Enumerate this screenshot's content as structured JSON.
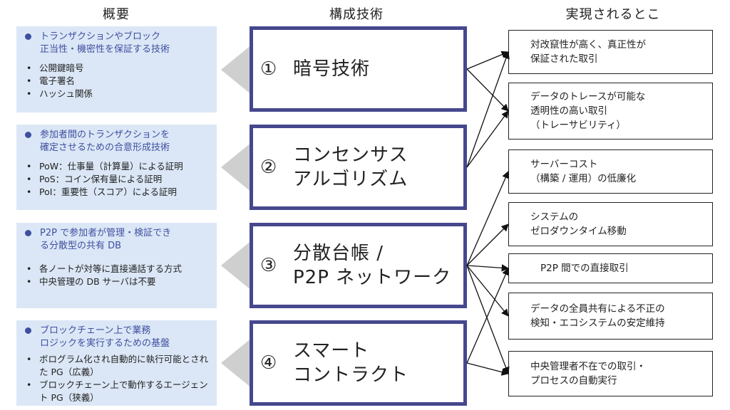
{
  "headers": {
    "overview": "概要",
    "technology": "構成技術",
    "realization": "実現されるとこ"
  },
  "technologies": [
    {
      "num": "①",
      "lines": [
        "暗号技術"
      ]
    },
    {
      "num": "②",
      "lines": [
        "コンセンサス",
        "アルゴリズム"
      ]
    },
    {
      "num": "③",
      "lines": [
        "分散台帳 /",
        "P2P ネットワーク"
      ]
    },
    {
      "num": "④",
      "lines": [
        "スマート",
        "コントラクト"
      ]
    }
  ],
  "summaries": [
    {
      "lead": [
        "トランザクションやブロック",
        "正当性・機密性を保証する技術"
      ],
      "items": [
        "公開鍵暗号",
        "電子署名",
        "ハッシュ関係"
      ]
    },
    {
      "lead": [
        "参加者間のトランザクションを",
        "確定させるための合意形成技術"
      ],
      "items": [
        "PoW：仕事量（計算量）による証明",
        "PoS：コイン保有量による証明",
        "PoI：重要性（スコア）による証明"
      ]
    },
    {
      "lead": [
        "P2P で参加者が管理・検証でき",
        "る分散型の共有 DB"
      ],
      "items": [
        "各ノートが対等に直接通話する方式",
        "中央管理の DB サーバは不要"
      ]
    },
    {
      "lead": [
        "ブロックチェーン上で業務",
        "ロジックを実行するための基盤"
      ],
      "items": [
        "ボログラム化され自動的に執行可能とされた PG（広義）",
        "ブロックチェーン上で動作するエージェント PG（狭義）"
      ]
    }
  ],
  "results": [
    {
      "lines": [
        "対改竄性が高く、真正性が",
        "保証された取引"
      ]
    },
    {
      "lines": [
        "データのトレースが可能な",
        "透明性の高い取引",
        "（トレーサビリティ）"
      ]
    },
    {
      "lines": [
        "サーバーコスト",
        "（構築 / 運用）の低廉化"
      ]
    },
    {
      "lines": [
        "システムの",
        "ゼロダウンタイム移動"
      ]
    },
    {
      "lines": [
        "P2P 間での直接取引"
      ]
    },
    {
      "lines": [
        "データの全員共有による不正の",
        "検知・エコシステムの安定維持"
      ]
    },
    {
      "lines": [
        "中央管理者不在での取引・",
        "プロセスの自動実行"
      ]
    }
  ],
  "connections": [
    [
      0,
      0
    ],
    [
      0,
      1
    ],
    [
      1,
      0
    ],
    [
      1,
      1
    ],
    [
      2,
      2
    ],
    [
      2,
      3
    ],
    [
      2,
      4
    ],
    [
      2,
      5
    ],
    [
      2,
      6
    ],
    [
      3,
      4
    ],
    [
      3,
      6
    ]
  ],
  "colors": {
    "tech_border": "#46488e",
    "summary_bg": "#dbe7f6",
    "summary_lead": "#3f4fa0",
    "pointer": "#cfcfcf"
  }
}
